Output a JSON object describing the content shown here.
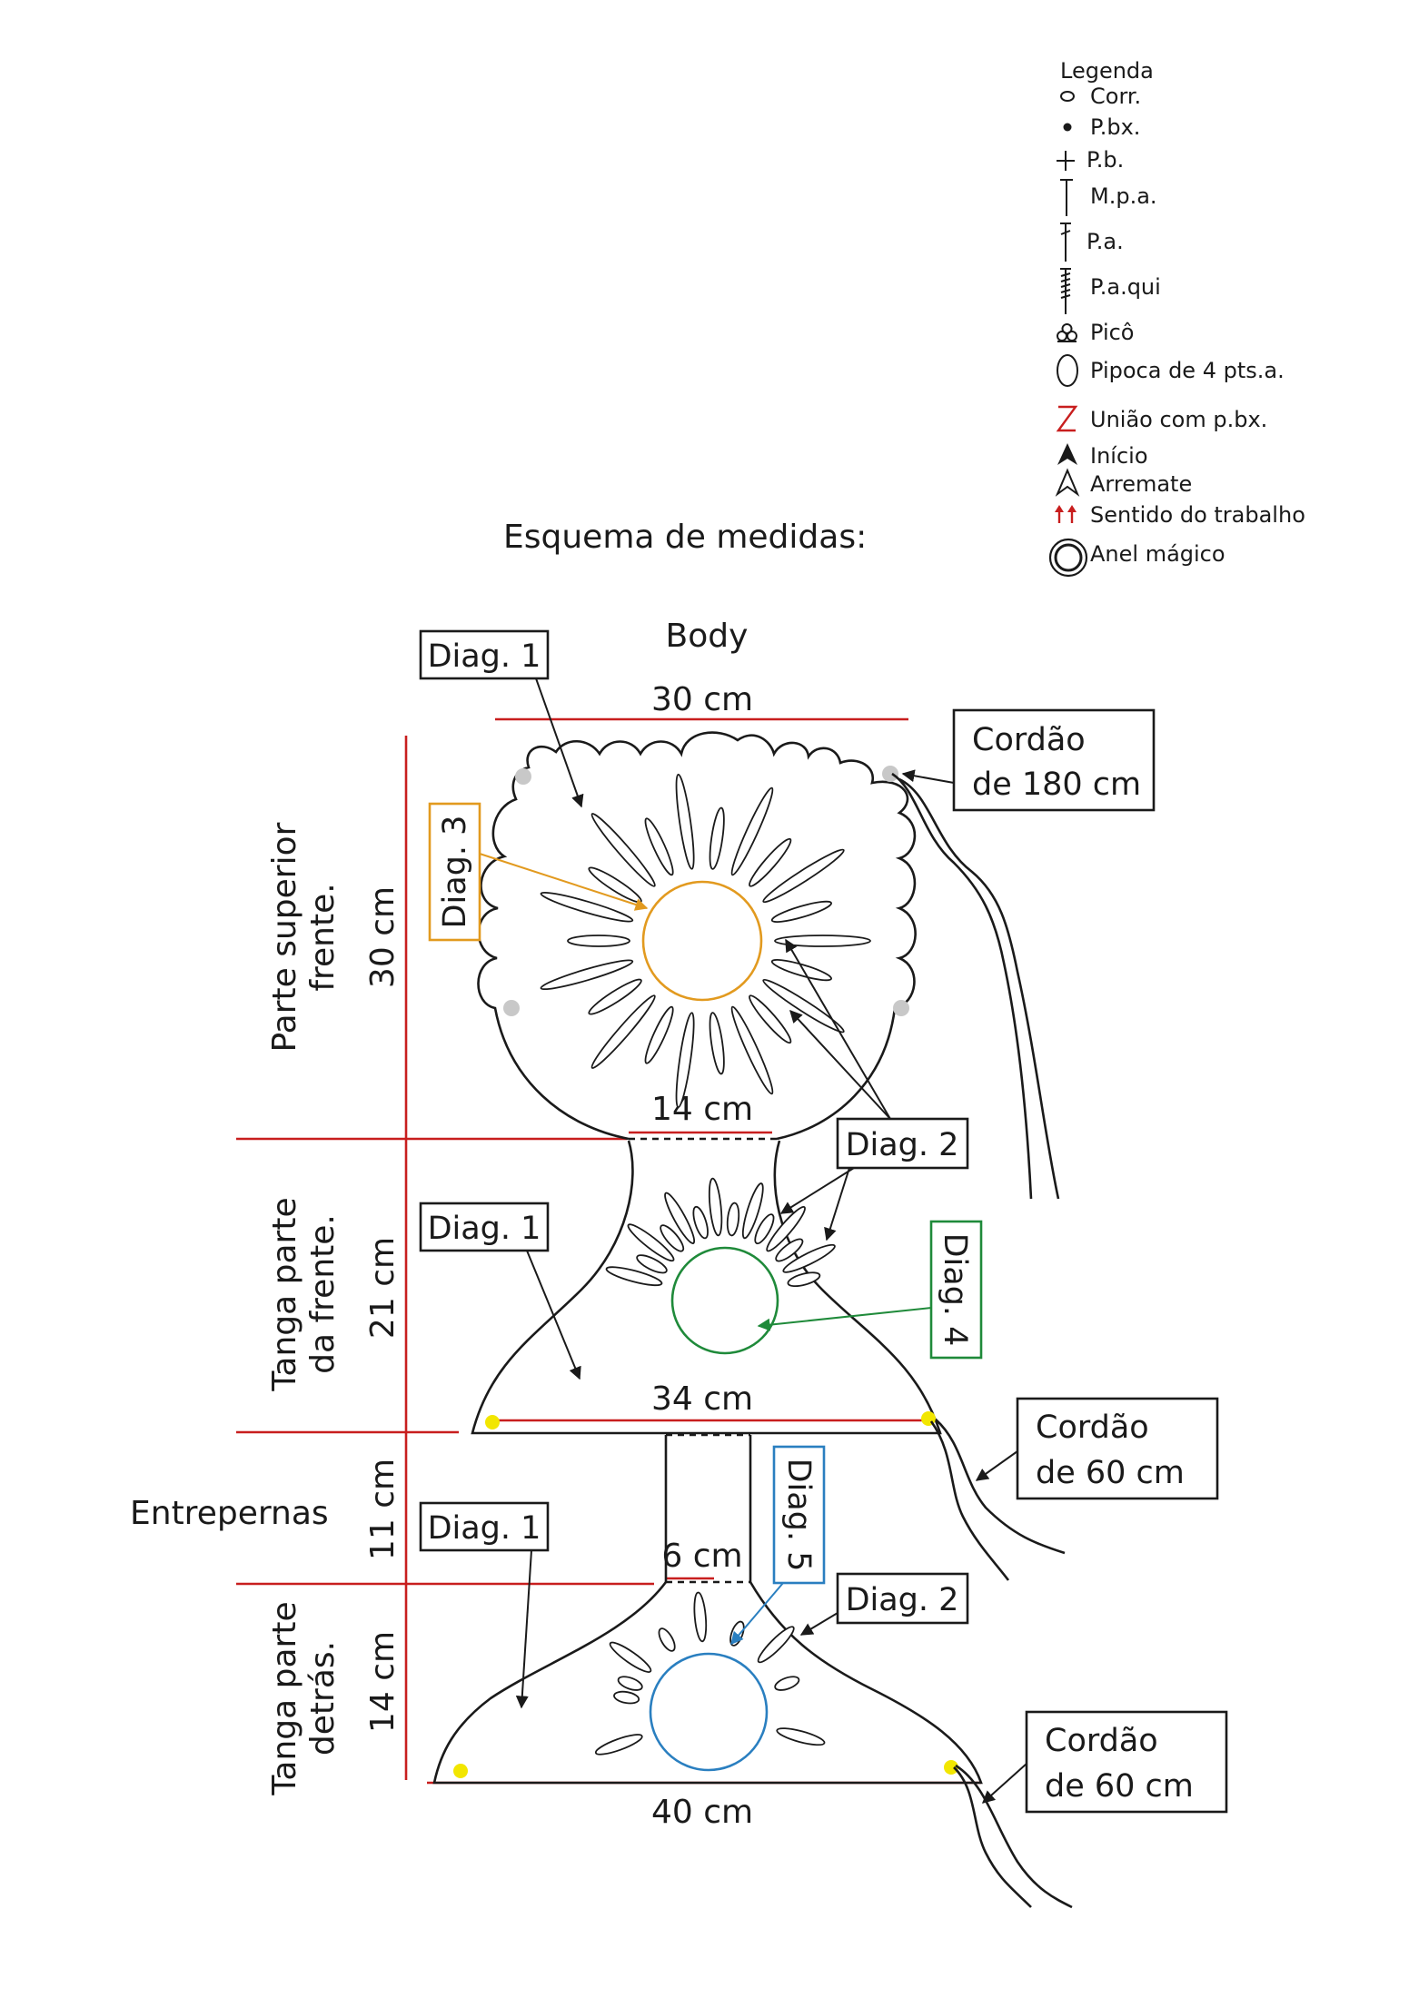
{
  "legend": {
    "title": "Legenda",
    "items": [
      {
        "icon": "chain-oval-icon",
        "label": "Corr."
      },
      {
        "icon": "slip-stitch-dot-icon",
        "label": "P.bx."
      },
      {
        "icon": "single-crochet-cross-icon",
        "label": "P.b."
      },
      {
        "icon": "half-double-crochet-icon",
        "label": "M.p.a."
      },
      {
        "icon": "double-crochet-icon",
        "label": "P.a."
      },
      {
        "icon": "quintuple-treble-icon",
        "label": "P.a.qui"
      },
      {
        "icon": "picot-icon",
        "label": "Picô"
      },
      {
        "icon": "popcorn-icon",
        "label": "Pipoca de 4 pts.a."
      },
      {
        "icon": "join-zigzag-icon",
        "label": "União com p.bx."
      },
      {
        "icon": "start-arrow-icon",
        "label": "Início"
      },
      {
        "icon": "finish-arrow-icon",
        "label": "Arremate"
      },
      {
        "icon": "direction-arrows-icon",
        "label": "Sentido do trabalho"
      },
      {
        "icon": "magic-ring-icon",
        "label": "Anel mágico"
      }
    ]
  },
  "diagram": {
    "heading": "Esquema de medidas:",
    "title": "Body",
    "sections": {
      "top": "Parte superior frente.",
      "top_lines": [
        "Parte superior",
        "frente."
      ],
      "top_height": "30 cm",
      "front_lines": [
        "Tanga parte",
        "da frente."
      ],
      "front_height": "21 cm",
      "crotch": "Entrepernas",
      "crotch_height": "11 cm",
      "back_lines": [
        "Tanga parte",
        "detrás."
      ],
      "back_height": "14 cm"
    },
    "widths": {
      "top": "30 cm",
      "waist": "14 cm",
      "front_bottom": "34 cm",
      "crotch": "6 cm",
      "back_bottom": "40 cm"
    },
    "callouts": {
      "diag1_top": "Diag. 1",
      "diag1_front": "Diag. 1",
      "diag1_back": "Diag. 1",
      "diag2_front": "Diag. 2",
      "diag2_back": "Diag. 2",
      "diag3": "Diag. 3",
      "diag4": "Diag. 4",
      "diag5": "Diag. 5",
      "cord_top_lines": [
        "Cordão",
        "de 180 cm"
      ],
      "cord_front_lines": [
        "Cordão",
        "de 60 cm"
      ],
      "cord_back_lines": [
        "Cordão",
        "de 60 cm"
      ]
    },
    "colors": {
      "measure_lines": "#c81e1e",
      "diag3": "#e29a1f",
      "diag4": "#1f8a3a",
      "diag5": "#2a7fc0",
      "tie_points_top": "#c8c8c8",
      "tie_points_bottom": "#f2e600"
    }
  }
}
